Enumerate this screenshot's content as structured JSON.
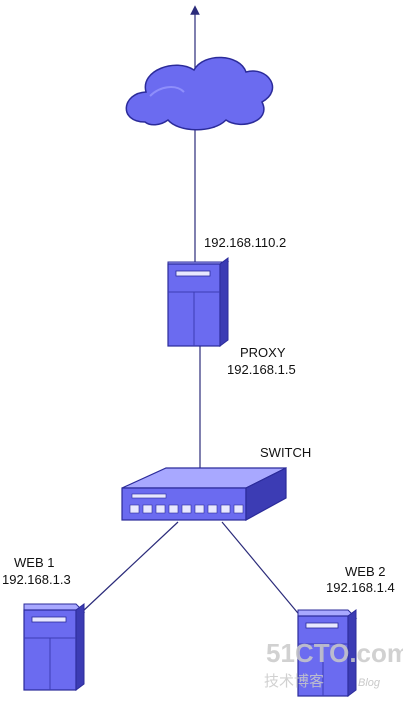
{
  "nodes": {
    "proxy": {
      "name": "PROXY",
      "wan_ip": "192.168.110.2",
      "lan_ip": "192.168.1.5"
    },
    "switch": {
      "name": "SWITCH"
    },
    "web1": {
      "name": "WEB 1",
      "ip": "192.168.1.3"
    },
    "web2": {
      "name": "WEB 2",
      "ip": "192.168.1.4"
    }
  },
  "watermark": {
    "site": "51CTO.com",
    "tagline": "技术博客",
    "blog": "Blog"
  },
  "colors": {
    "device_fill": "#6b6bf0",
    "device_dark": "#3c3cb4",
    "device_light": "#a8a8ff",
    "link": "#2b2b7a",
    "cloud_fill": "#6b6bf0"
  }
}
